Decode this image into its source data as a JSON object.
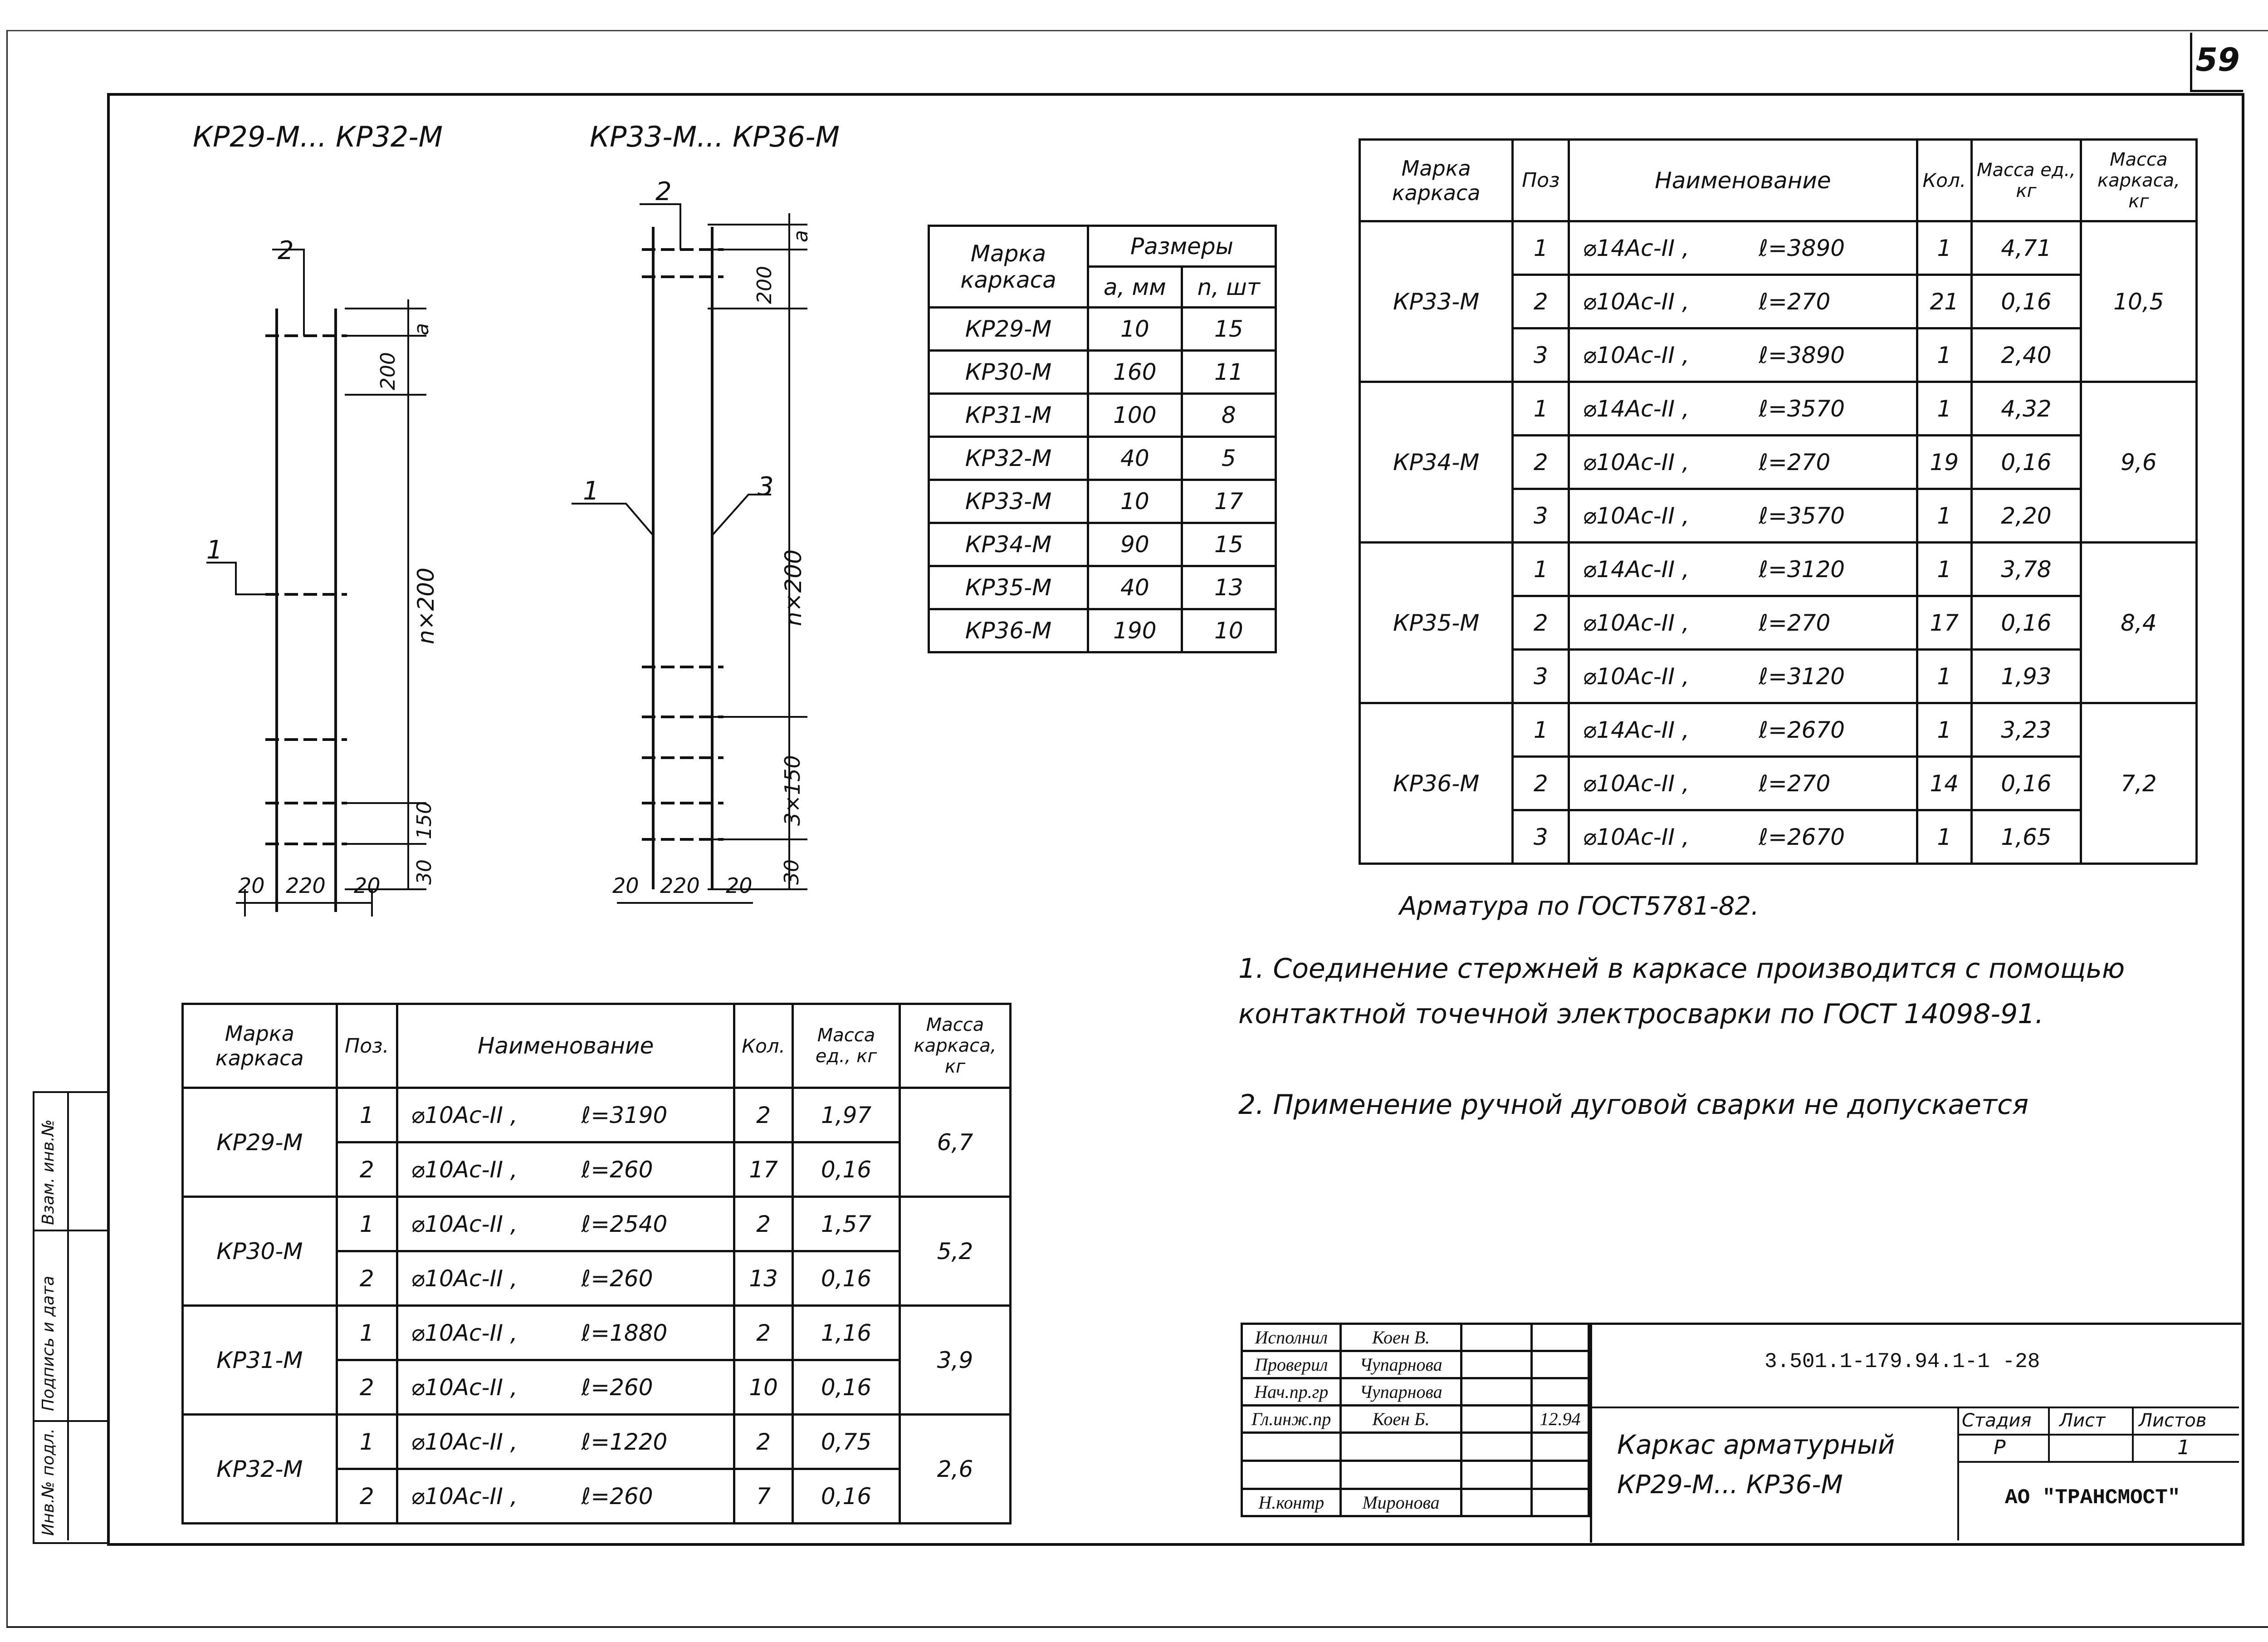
{
  "sheet_number": "59",
  "drawing_titles": {
    "left": "КР29-М... КР32-М",
    "right": "КР33-М... КР36-М"
  },
  "drawing_left": {
    "pos_top": "2",
    "pos_side": "1",
    "dim_a": "a",
    "dim_200": "200",
    "dim_nx200": "n×200",
    "dim_150": "150",
    "dim_30": "30",
    "dim_bottom": [
      "20",
      "220",
      "20"
    ]
  },
  "drawing_right": {
    "pos_top": "2",
    "pos_left": "1",
    "pos_right": "3",
    "dim_a": "a",
    "dim_200": "200",
    "dim_nx200": "n×200",
    "dim_3x150": "3×150",
    "dim_30": "30",
    "dim_bottom": [
      "20",
      "220",
      "20"
    ]
  },
  "sizes_table": {
    "h_mark": "Марка каркаса",
    "h_sizes": "Размеры",
    "h_a": "a, мм",
    "h_n": "n, шт",
    "rows": [
      {
        "mark": "КР29-М",
        "a": "10",
        "n": "15"
      },
      {
        "mark": "КР30-М",
        "a": "160",
        "n": "11"
      },
      {
        "mark": "КР31-М",
        "a": "100",
        "n": "8"
      },
      {
        "mark": "КР32-М",
        "a": "40",
        "n": "5"
      },
      {
        "mark": "КР33-М",
        "a": "10",
        "n": "17"
      },
      {
        "mark": "КР34-М",
        "a": "90",
        "n": "15"
      },
      {
        "mark": "КР35-М",
        "a": "40",
        "n": "13"
      },
      {
        "mark": "КР36-М",
        "a": "190",
        "n": "10"
      }
    ]
  },
  "spec_right": {
    "h_mark": "Марка каркаса",
    "h_pos": "Поз",
    "h_name": "Наименование",
    "h_qty": "Кол.",
    "h_mass_item": "Масса ед., кг",
    "h_mass_frame": "Масса каркаса, кг",
    "groups": [
      {
        "mark": "КР33-М",
        "mass": "10,5",
        "rows": [
          {
            "pos": "1",
            "name": "⌀14Ac-II ,",
            "len": "ℓ=3890",
            "qty": "1",
            "m": "4,71"
          },
          {
            "pos": "2",
            "name": "⌀10Ac-II ,",
            "len": "ℓ=270",
            "qty": "21",
            "m": "0,16"
          },
          {
            "pos": "3",
            "name": "⌀10Ac-II ,",
            "len": "ℓ=3890",
            "qty": "1",
            "m": "2,40"
          }
        ]
      },
      {
        "mark": "КР34-М",
        "mass": "9,6",
        "rows": [
          {
            "pos": "1",
            "name": "⌀14Ac-II ,",
            "len": "ℓ=3570",
            "qty": "1",
            "m": "4,32"
          },
          {
            "pos": "2",
            "name": "⌀10Ac-II ,",
            "len": "ℓ=270",
            "qty": "19",
            "m": "0,16"
          },
          {
            "pos": "3",
            "name": "⌀10Ac-II ,",
            "len": "ℓ=3570",
            "qty": "1",
            "m": "2,20"
          }
        ]
      },
      {
        "mark": "КР35-М",
        "mass": "8,4",
        "rows": [
          {
            "pos": "1",
            "name": "⌀14Ac-II ,",
            "len": "ℓ=3120",
            "qty": "1",
            "m": "3,78"
          },
          {
            "pos": "2",
            "name": "⌀10Ac-II ,",
            "len": "ℓ=270",
            "qty": "17",
            "m": "0,16"
          },
          {
            "pos": "3",
            "name": "⌀10Ac-II ,",
            "len": "ℓ=3120",
            "qty": "1",
            "m": "1,93"
          }
        ]
      },
      {
        "mark": "КР36-М",
        "mass": "7,2",
        "rows": [
          {
            "pos": "1",
            "name": "⌀14Ac-II ,",
            "len": "ℓ=2670",
            "qty": "1",
            "m": "3,23"
          },
          {
            "pos": "2",
            "name": "⌀10Ac-II ,",
            "len": "ℓ=270",
            "qty": "14",
            "m": "0,16"
          },
          {
            "pos": "3",
            "name": "⌀10Ac-II ,",
            "len": "ℓ=2670",
            "qty": "1",
            "m": "1,65"
          }
        ]
      }
    ]
  },
  "spec_left": {
    "h_mark": "Марка каркаса",
    "h_pos": "Поз.",
    "h_name": "Наименование",
    "h_qty": "Кол.",
    "h_mass_item": "Масса ед., кг",
    "h_mass_frame": "Масса каркаса, кг",
    "groups": [
      {
        "mark": "КР29-М",
        "mass": "6,7",
        "rows": [
          {
            "pos": "1",
            "name": "⌀10Ac-II ,",
            "len": "ℓ=3190",
            "qty": "2",
            "m": "1,97"
          },
          {
            "pos": "2",
            "name": "⌀10Ac-II ,",
            "len": "ℓ=260",
            "qty": "17",
            "m": "0,16"
          }
        ]
      },
      {
        "mark": "КР30-М",
        "mass": "5,2",
        "rows": [
          {
            "pos": "1",
            "name": "⌀10Ac-II ,",
            "len": "ℓ=2540",
            "qty": "2",
            "m": "1,57"
          },
          {
            "pos": "2",
            "name": "⌀10Ac-II ,",
            "len": "ℓ=260",
            "qty": "13",
            "m": "0,16"
          }
        ]
      },
      {
        "mark": "КР31-М",
        "mass": "3,9",
        "rows": [
          {
            "pos": "1",
            "name": "⌀10Ac-II ,",
            "len": "ℓ=1880",
            "qty": "2",
            "m": "1,16"
          },
          {
            "pos": "2",
            "name": "⌀10Ac-II ,",
            "len": "ℓ=260",
            "qty": "10",
            "m": "0,16"
          }
        ]
      },
      {
        "mark": "КР32-М",
        "mass": "2,6",
        "rows": [
          {
            "pos": "1",
            "name": "⌀10Ac-II ,",
            "len": "ℓ=1220",
            "qty": "2",
            "m": "0,75"
          },
          {
            "pos": "2",
            "name": "⌀10Ac-II ,",
            "len": "ℓ=260",
            "qty": "7",
            "m": "0,16"
          }
        ]
      }
    ]
  },
  "notes": {
    "rebar": "Арматура по ГОСТ5781-82.",
    "n1_line1": "1. Соединение стержней в каркасе производится с помощью",
    "n1_line2": "контактной точечной электросварки по ГОСТ 14098-91.",
    "n2": "2. Применение ручной дуговой сварки не допускается"
  },
  "title_block": {
    "roles": [
      "Исполнил",
      "Проверил",
      "Нач.пр.гр",
      "Гл.инж.пр",
      "",
      "",
      "Н.контр"
    ],
    "names": [
      "Коен В.",
      "Чупарнова",
      "Чупарнова",
      "Коен Б.",
      "",
      "",
      "Миронова"
    ],
    "date": "12.94",
    "code": "3.501.1-179.94.1-1 -28",
    "title_line1": "Каркас арматурный",
    "title_line2": "КР29-М... КР36-М",
    "h_stage": "Стадия",
    "h_sheet": "Лист",
    "h_sheets": "Листов",
    "stage": "Р",
    "sheets": "1",
    "org": "АО \"ТРАНСМОСТ\""
  },
  "side_stamp": [
    "Инв.№ подл.",
    "Подпись и дата",
    "Взам. инв.№"
  ]
}
